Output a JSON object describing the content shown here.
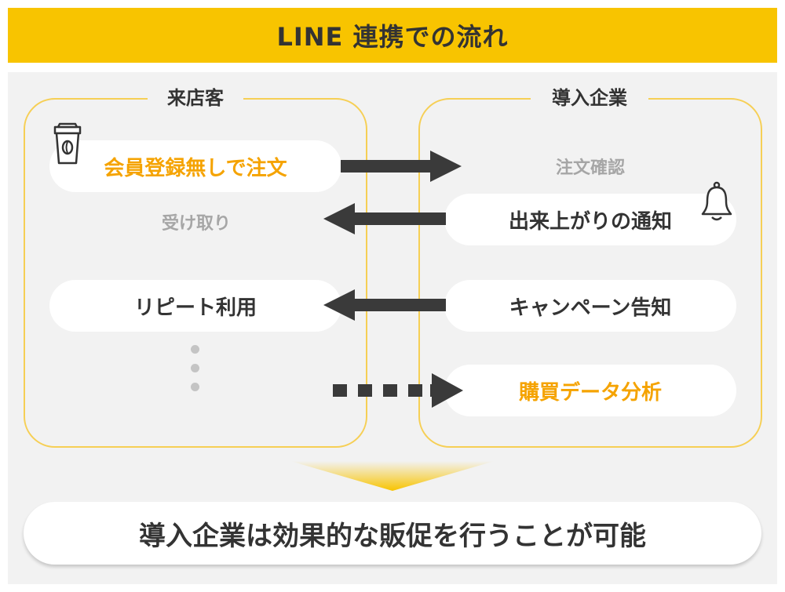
{
  "title": "LINE 連携での流れ",
  "customer": {
    "label": "来店客",
    "order": "会員登録無しで注文",
    "pickup": "受け取り",
    "repeat": "リピート利用"
  },
  "company": {
    "label": "導入企業",
    "confirm": "注文確認",
    "notify": "出来上がりの通知",
    "campaign": "キャンペーン告知",
    "analysis": "購買データ分析"
  },
  "conclusion": "導入企業は効果的な販促を行うことが可能",
  "icons": {
    "cup": "coffee-cup-icon",
    "bell": "bell-icon"
  },
  "colors": {
    "title_bg": "#f8c400",
    "accent_text": "#f5a300",
    "box_border": "#f6cf55",
    "arrow": "#3a3a3a"
  }
}
